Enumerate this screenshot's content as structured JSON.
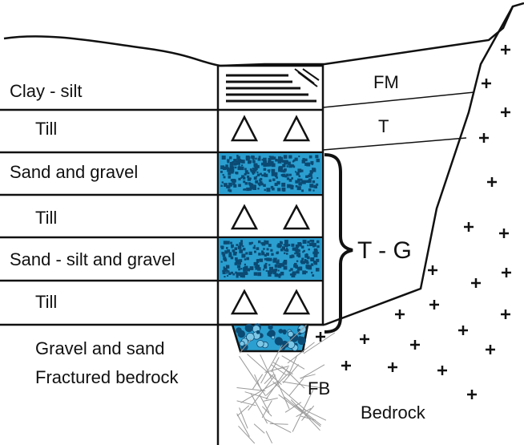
{
  "left_labels": {
    "clay_silt": "Clay - silt",
    "till_1": "Till",
    "sand_gravel": "Sand and gravel",
    "till_2": "Till",
    "sand_silt_gravel": "Sand - silt and gravel",
    "till_3": "Till",
    "gravel_sand": "Gravel and sand",
    "fractured_bedrock": "Fractured bedrock"
  },
  "right_labels": {
    "fm": "FM",
    "t": "T",
    "tg": "T - G",
    "fb": "FB",
    "bedrock": "Bedrock"
  },
  "colors": {
    "line": "#111111",
    "aquifer_fill": "#2b9fd0",
    "aquifer_dots": "#0b4a73",
    "fracture": "#9a9a9a",
    "background": "#ffffff"
  },
  "symbols": {
    "till_symbol": "triangle",
    "bedrock_symbol": "plus"
  }
}
